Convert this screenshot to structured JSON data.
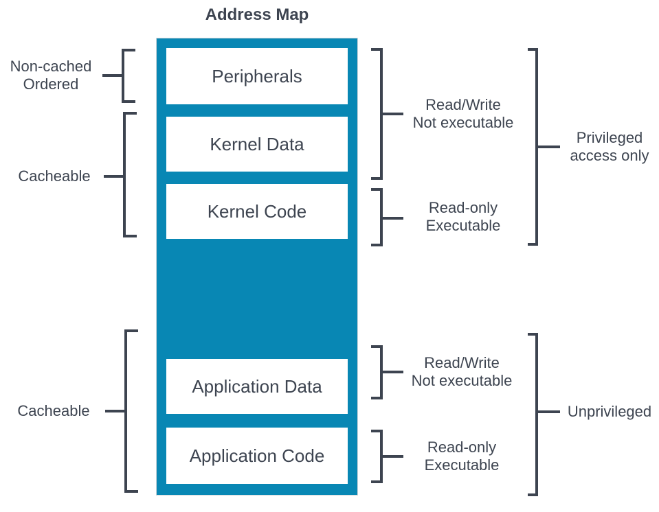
{
  "title": "Address Map",
  "colors": {
    "column_blue": "#0887b4",
    "line_dark": "#3d4450",
    "block_bg": "#ffffff",
    "column_border": "#d3d6d9"
  },
  "memory_blocks": [
    "Peripherals",
    "Kernel Data",
    "Kernel Code",
    "Application Data",
    "Application Code"
  ],
  "left_annotations": {
    "non_cached": {
      "line1": "Non-cached",
      "line2": "Ordered"
    },
    "cacheable_upper": {
      "label": "Cacheable"
    },
    "cacheable_lower": {
      "label": "Cacheable"
    }
  },
  "right_annotations": {
    "read_write_upper": {
      "line1": "Read/Write",
      "line2": "Not executable"
    },
    "read_only_upper": {
      "line1": "Read-only",
      "line2": "Executable"
    },
    "read_write_lower": {
      "line1": "Read/Write",
      "line2": "Not executable"
    },
    "read_only_lower": {
      "line1": "Read-only",
      "line2": "Executable"
    }
  },
  "privilege_annotations": {
    "privileged": {
      "line1": "Privileged",
      "line2": "access only"
    },
    "unprivileged": {
      "label": "Unprivileged"
    }
  }
}
